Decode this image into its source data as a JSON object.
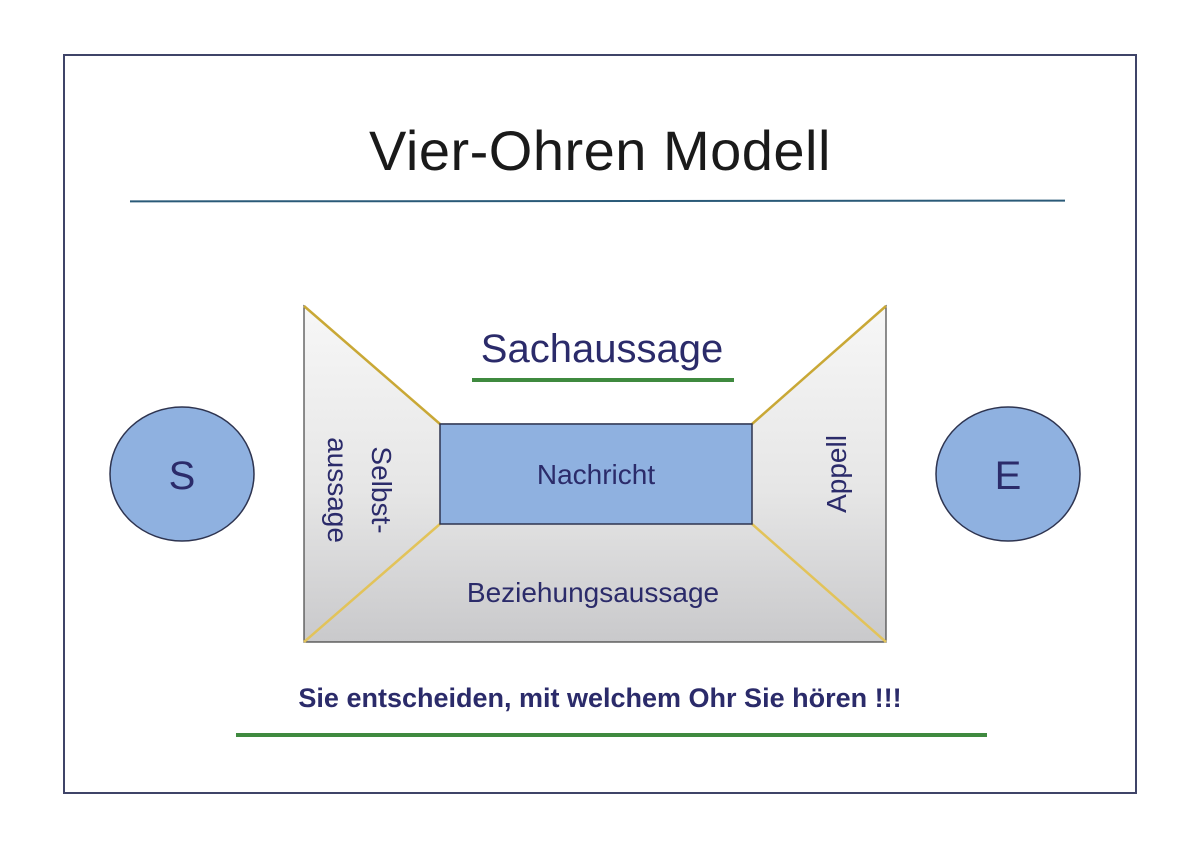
{
  "title": "Vier-Ohren Modell",
  "sender": "S",
  "receiver": "E",
  "ears": {
    "top": "Sachaussage",
    "left_line1": "Selbst-",
    "left_line2": "aussage",
    "right": "Appell",
    "bottom": "Beziehungsaussage"
  },
  "center": "Nachricht",
  "footer": "Sie entscheiden, mit welchem Ohr Sie hören !!!",
  "colors": {
    "circle_fill": "#8fb1e0",
    "message_fill": "#8fb1e0",
    "text_navy": "#2b2b6a",
    "ear_lines": "#d9b93f",
    "underline_green": "#3f8a3f",
    "frame": "#3f4468"
  }
}
